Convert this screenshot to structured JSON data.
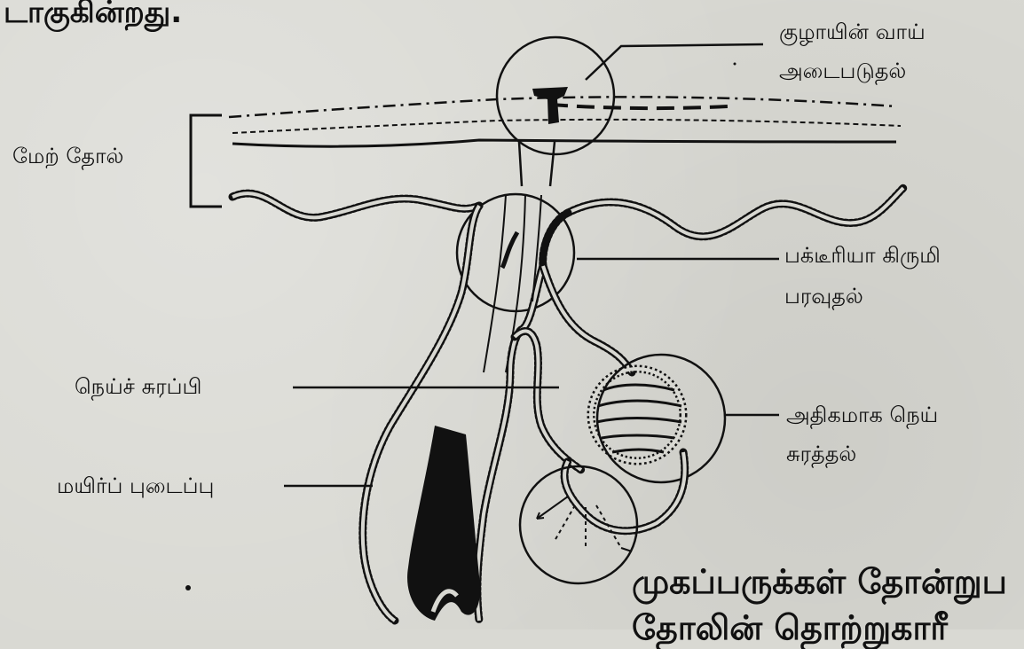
{
  "text_fragment_top": "டாகுகின்றது.",
  "labels": {
    "epidermis": "மேற் தோல்",
    "duct_blocked_line1": "குழாயின் வாய்",
    "duct_blocked_line2": "அடைபடுதல்",
    "bacteria_line1": "பக்டீரியா கிருமி",
    "bacteria_line2": "பரவுதல்",
    "sebaceous_gland": "நெய்ச் சுரப்பி",
    "excess_oil_line1": "அதிகமாக நெய்",
    "excess_oil_line2": "சுரத்தல்",
    "hair_follicle": "மயிர்ப் புடைப்பு"
  },
  "caption": {
    "line1": "முகப்பருக்கள் தோன்றுப",
    "line2": "தோலின் தொற்றுகாரீ"
  }
}
